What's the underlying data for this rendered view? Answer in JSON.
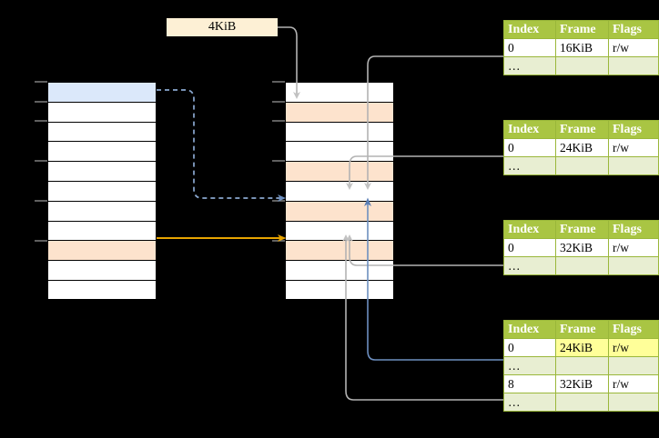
{
  "diagram": {
    "title_label": "4KiB",
    "left_column": {
      "name": "virtual-address-space",
      "row_count": 11,
      "rows": [
        {
          "fill": "blue"
        },
        {
          "fill": "white"
        },
        {
          "fill": "white"
        },
        {
          "fill": "white"
        },
        {
          "fill": "white"
        },
        {
          "fill": "white"
        },
        {
          "fill": "white"
        },
        {
          "fill": "white"
        },
        {
          "fill": "orange"
        },
        {
          "fill": "white"
        },
        {
          "fill": "white"
        }
      ]
    },
    "middle_column": {
      "name": "physical-memory",
      "row_count": 11,
      "rows": [
        {
          "fill": "white"
        },
        {
          "fill": "orange"
        },
        {
          "fill": "white"
        },
        {
          "fill": "white"
        },
        {
          "fill": "orange"
        },
        {
          "fill": "white"
        },
        {
          "fill": "orange"
        },
        {
          "fill": "white"
        },
        {
          "fill": "orange"
        },
        {
          "fill": "white"
        },
        {
          "fill": "white"
        }
      ]
    },
    "colors": {
      "blue_fill": "#dbe8fa",
      "orange_fill": "#fde3cd",
      "label_fill": "#fdf0d5",
      "table_header": "#a9c543",
      "table_alt_row": "#e8eed2",
      "table_border": "#9ab73a",
      "highlight": "#ffff99",
      "arrow_orange": "#e8a400",
      "arrow_blue": "#6d8fc0",
      "arrow_gray": "#b3b3b3",
      "background": "#000000"
    }
  },
  "tables": [
    {
      "id": "page-table-1",
      "headers": [
        "Index",
        "Frame",
        "Flags"
      ],
      "rows": [
        {
          "cells": [
            "0",
            "16KiB",
            "r/w"
          ],
          "alt": false,
          "highlight": []
        },
        {
          "cells": [
            "…",
            "",
            ""
          ],
          "alt": true,
          "highlight": []
        }
      ]
    },
    {
      "id": "page-table-2",
      "headers": [
        "Index",
        "Frame",
        "Flags"
      ],
      "rows": [
        {
          "cells": [
            "0",
            "24KiB",
            "r/w"
          ],
          "alt": false,
          "highlight": []
        },
        {
          "cells": [
            "…",
            "",
            ""
          ],
          "alt": true,
          "highlight": []
        }
      ]
    },
    {
      "id": "page-table-3",
      "headers": [
        "Index",
        "Frame",
        "Flags"
      ],
      "rows": [
        {
          "cells": [
            "0",
            "32KiB",
            "r/w"
          ],
          "alt": false,
          "highlight": []
        },
        {
          "cells": [
            "…",
            "",
            ""
          ],
          "alt": true,
          "highlight": []
        }
      ]
    },
    {
      "id": "page-table-4",
      "headers": [
        "Index",
        "Frame",
        "Flags"
      ],
      "rows": [
        {
          "cells": [
            "0",
            "24KiB",
            "r/w"
          ],
          "alt": false,
          "highlight": [
            1,
            2
          ]
        },
        {
          "cells": [
            "…",
            "",
            ""
          ],
          "alt": true,
          "highlight": []
        },
        {
          "cells": [
            "8",
            "32KiB",
            "r/w"
          ],
          "alt": false,
          "highlight": []
        },
        {
          "cells": [
            "…",
            "",
            ""
          ],
          "alt": true,
          "highlight": []
        }
      ]
    }
  ]
}
